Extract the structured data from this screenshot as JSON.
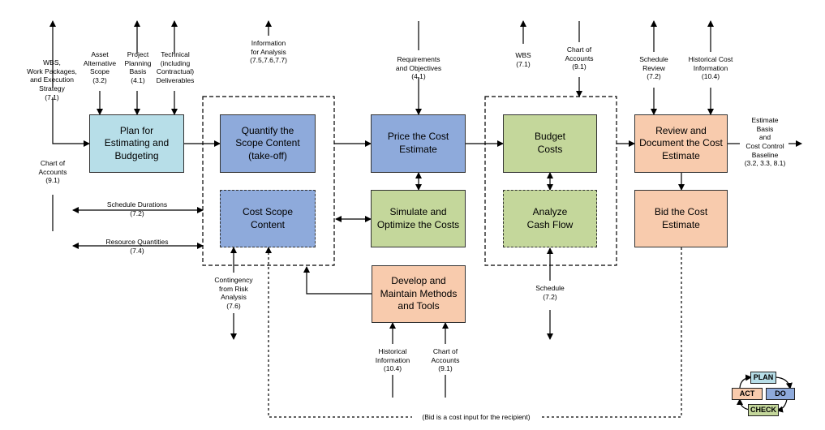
{
  "boxes": {
    "plan": "Plan for Estimating and Budgeting",
    "quantify": "Quantify the Scope Content (take-off)",
    "cost_scope": "Cost Scope Content",
    "price": "Price the Cost Estimate",
    "simulate": "Simulate and Optimize the Costs",
    "develop": "Develop and Maintain Methods and Tools",
    "budget": "Budget Costs",
    "cashflow": "Analyze Cash Flow",
    "review": "Review and Document the Cost Estimate",
    "bid": "Bid the Cost Estimate"
  },
  "labels": {
    "wbs_strategy": "WBS,\nWork Packages,\nand Execution\nStrategy\n(7.1)",
    "asset_scope": "Asset\nAlternative\nScope\n(3.2)",
    "project_planning": "Project\nPlanning\nBasis\n(4.1)",
    "technical": "Technical\n(including\nContractual)\nDeliverables",
    "chart_accounts_left": "Chart of\nAccounts\n(9.1)",
    "info_analysis": "Information\nfor Analysis\n(7.5,7.6,7.7)",
    "schedule_durations": "Schedule Durations\n(7.2)",
    "resource_quantities": "Resource Quantities\n(7.4)",
    "contingency": "Contingency\nfrom Risk\nAnalysis\n(7.6)",
    "requirements": "Requirements\nand Objectives\n(4.1)",
    "historical_info": "Historical\nInformation\n(10.4)",
    "chart_accounts_bottom": "Chart of\nAccounts\n(9.1)",
    "wbs": "WBS\n(7.1)",
    "chart_accounts_top": "Chart of\nAccounts\n(9.1)",
    "schedule": "Schedule\n(7.2)",
    "schedule_review": "Schedule\nReview\n(7.2)",
    "historical_cost": "Historical Cost\nInformation\n(10.4)",
    "estimate_basis": "Estimate\nBasis\nand\nCost Control\nBaseline\n(3.2, 3.3, 8.1)",
    "bid_note": "(Bid is a cost input for the recipient)"
  },
  "pdca": {
    "plan": "PLAN",
    "do": "DO",
    "check": "CHECK",
    "act": "ACT"
  },
  "colors": {
    "plan_fill": "#b7dee8",
    "blue_fill": "#8eaadb",
    "green_fill": "#c4d79b",
    "orange_fill": "#f8cbad"
  }
}
